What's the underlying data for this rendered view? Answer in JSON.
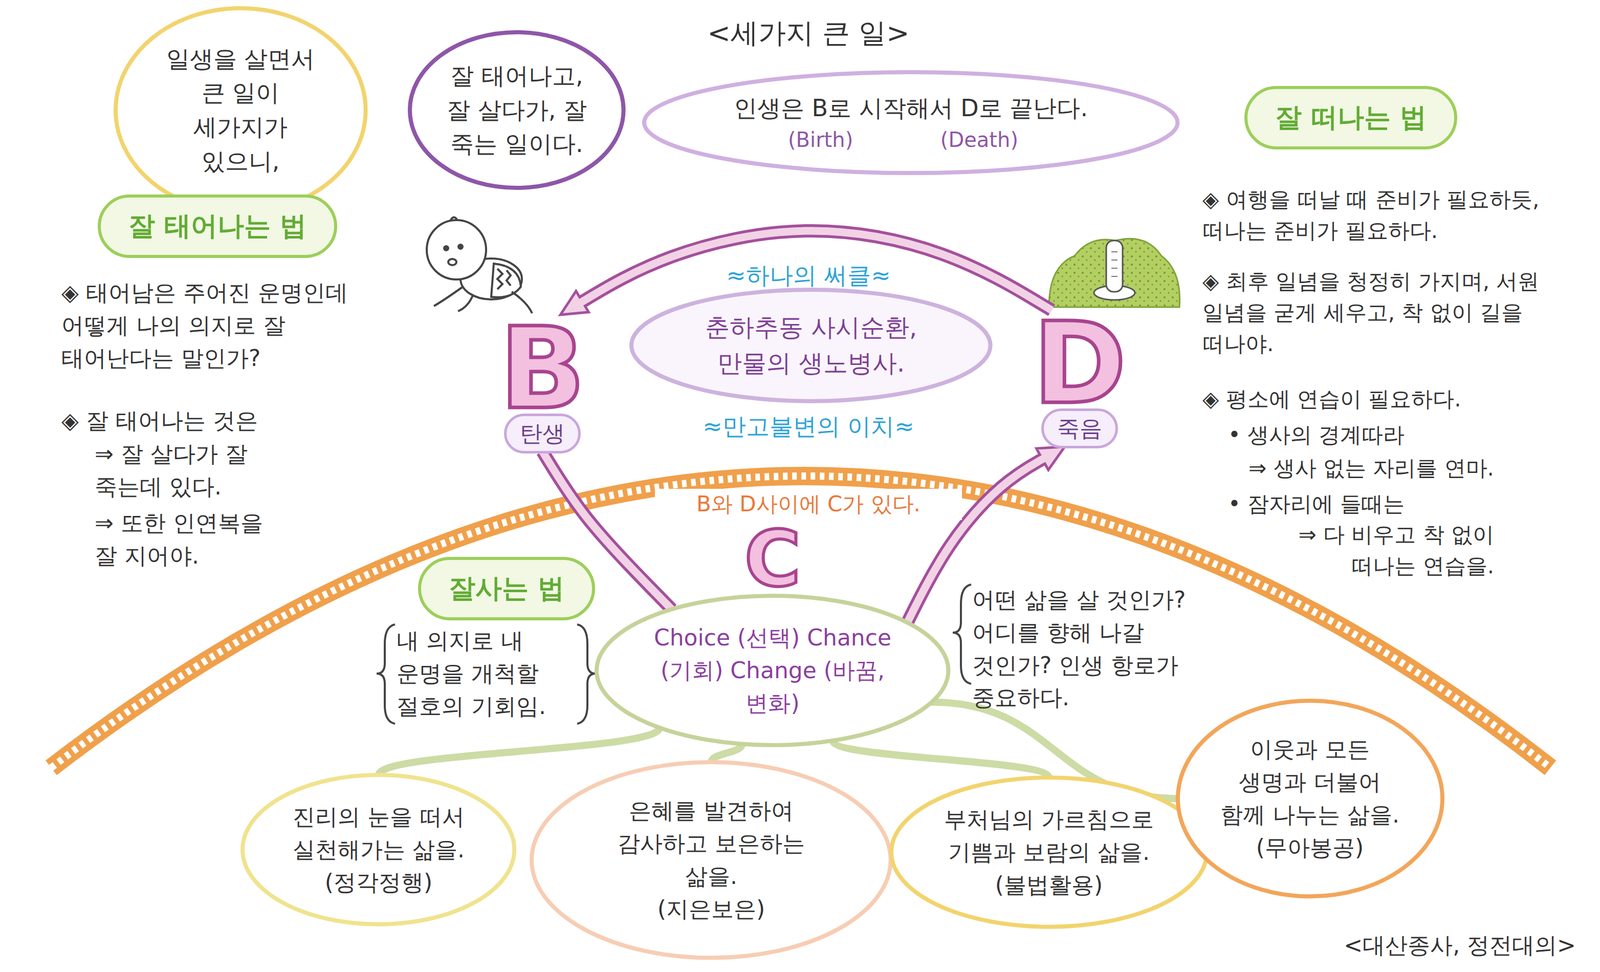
{
  "diagram": {
    "title": "<세가지 큰 일>",
    "caption": "<대산종사, 정전대의>",
    "nodes": [
      {
        "text": [
          "일생을 살면서 큰 일이 세가지가 있으니,"
        ]
      },
      {
        "text": [
          "잘 태어나고, 잘 살다가, 잘 죽는 일이다."
        ]
      },
      {
        "text": [
          "인생은 B로 시작해서 D로 끝난다.",
          "(Birth)",
          "(Death)"
        ]
      },
      {
        "text": [
          "잘 태어나는 법"
        ]
      },
      {
        "text": [
          "잘 떠나는 법"
        ]
      },
      {
        "text": [
          "춘하추동 사시순환, 만물의 생노병사."
        ]
      },
      {
        "text": [
          "B",
          "탄생"
        ]
      },
      {
        "text": [
          "D",
          "죽음"
        ]
      },
      {
        "text": [
          "잘사는 법"
        ]
      },
      {
        "text": [
          "C",
          "Choice (선택) Chance (기회) Change (바꿈,변화)"
        ]
      },
      {
        "text": [
          "진리의 눈을 떠서 실천해가는 삶을.",
          "(정각정행)"
        ]
      },
      {
        "text": [
          "은혜를 발견하여 감사하고 보은하는 삶을.",
          "(지은보은)"
        ]
      },
      {
        "text": [
          "부처님의 가르침으로 기쁨과 보람의 삶을.",
          "(불법활용)"
        ]
      },
      {
        "text": [
          "이웃과 모든 생명과 더불어 함께 나누는 삶을.",
          "(무아봉공)"
        ]
      }
    ],
    "edges": [
      {
        "from": 7,
        "to": 6,
        "arrow": "to"
      },
      {
        "from": 6,
        "to": 9,
        "arrow": "none"
      },
      {
        "from": 9,
        "to": 7,
        "arrow": "to"
      },
      {
        "from": 9,
        "to": 10,
        "arrow": "none"
      },
      {
        "from": 9,
        "to": 11,
        "arrow": "none"
      },
      {
        "from": 9,
        "to": 12,
        "arrow": "none"
      },
      {
        "from": 9,
        "to": 13,
        "arrow": "none"
      }
    ],
    "labels": [
      "≈하나의 써클≈",
      "≈만고불변의 이치≈",
      "B와 D사이에 C가 있다.",
      "◈ 태어남은 주어진 운명인데 어떻게 나의 의지로 잘 태어난다는 말인가?",
      "◈ 잘 태어나는 것은",
      "⇒ 잘 살다가 잘 죽는데 있다.",
      "⇒ 또한 인연복을 잘 지어야.",
      "내 의지로 내 운명을 개척할 절호의 기회임.",
      "어떤 삶을 살 것인가? 어디를 향해 나갈 것인가? 인생 항로가 중요하다.",
      "◈ 여행을 떠날 때 준비가 필요하듯, 떠나는 준비가 필요하다.",
      "◈ 최후 일념을 청정히 가지며, 서원 일념을 굳게 세우고, 착 없이 길을 떠나야.",
      "◈ 평소에 연습이 필요하다.",
      "• 생사의 경계따라",
      "⇒ 생사 없는 자리를 연마.",
      "• 잠자리에 들때는",
      "⇒ 다 비우고 착 없이 떠나는 연습을."
    ]
  }
}
